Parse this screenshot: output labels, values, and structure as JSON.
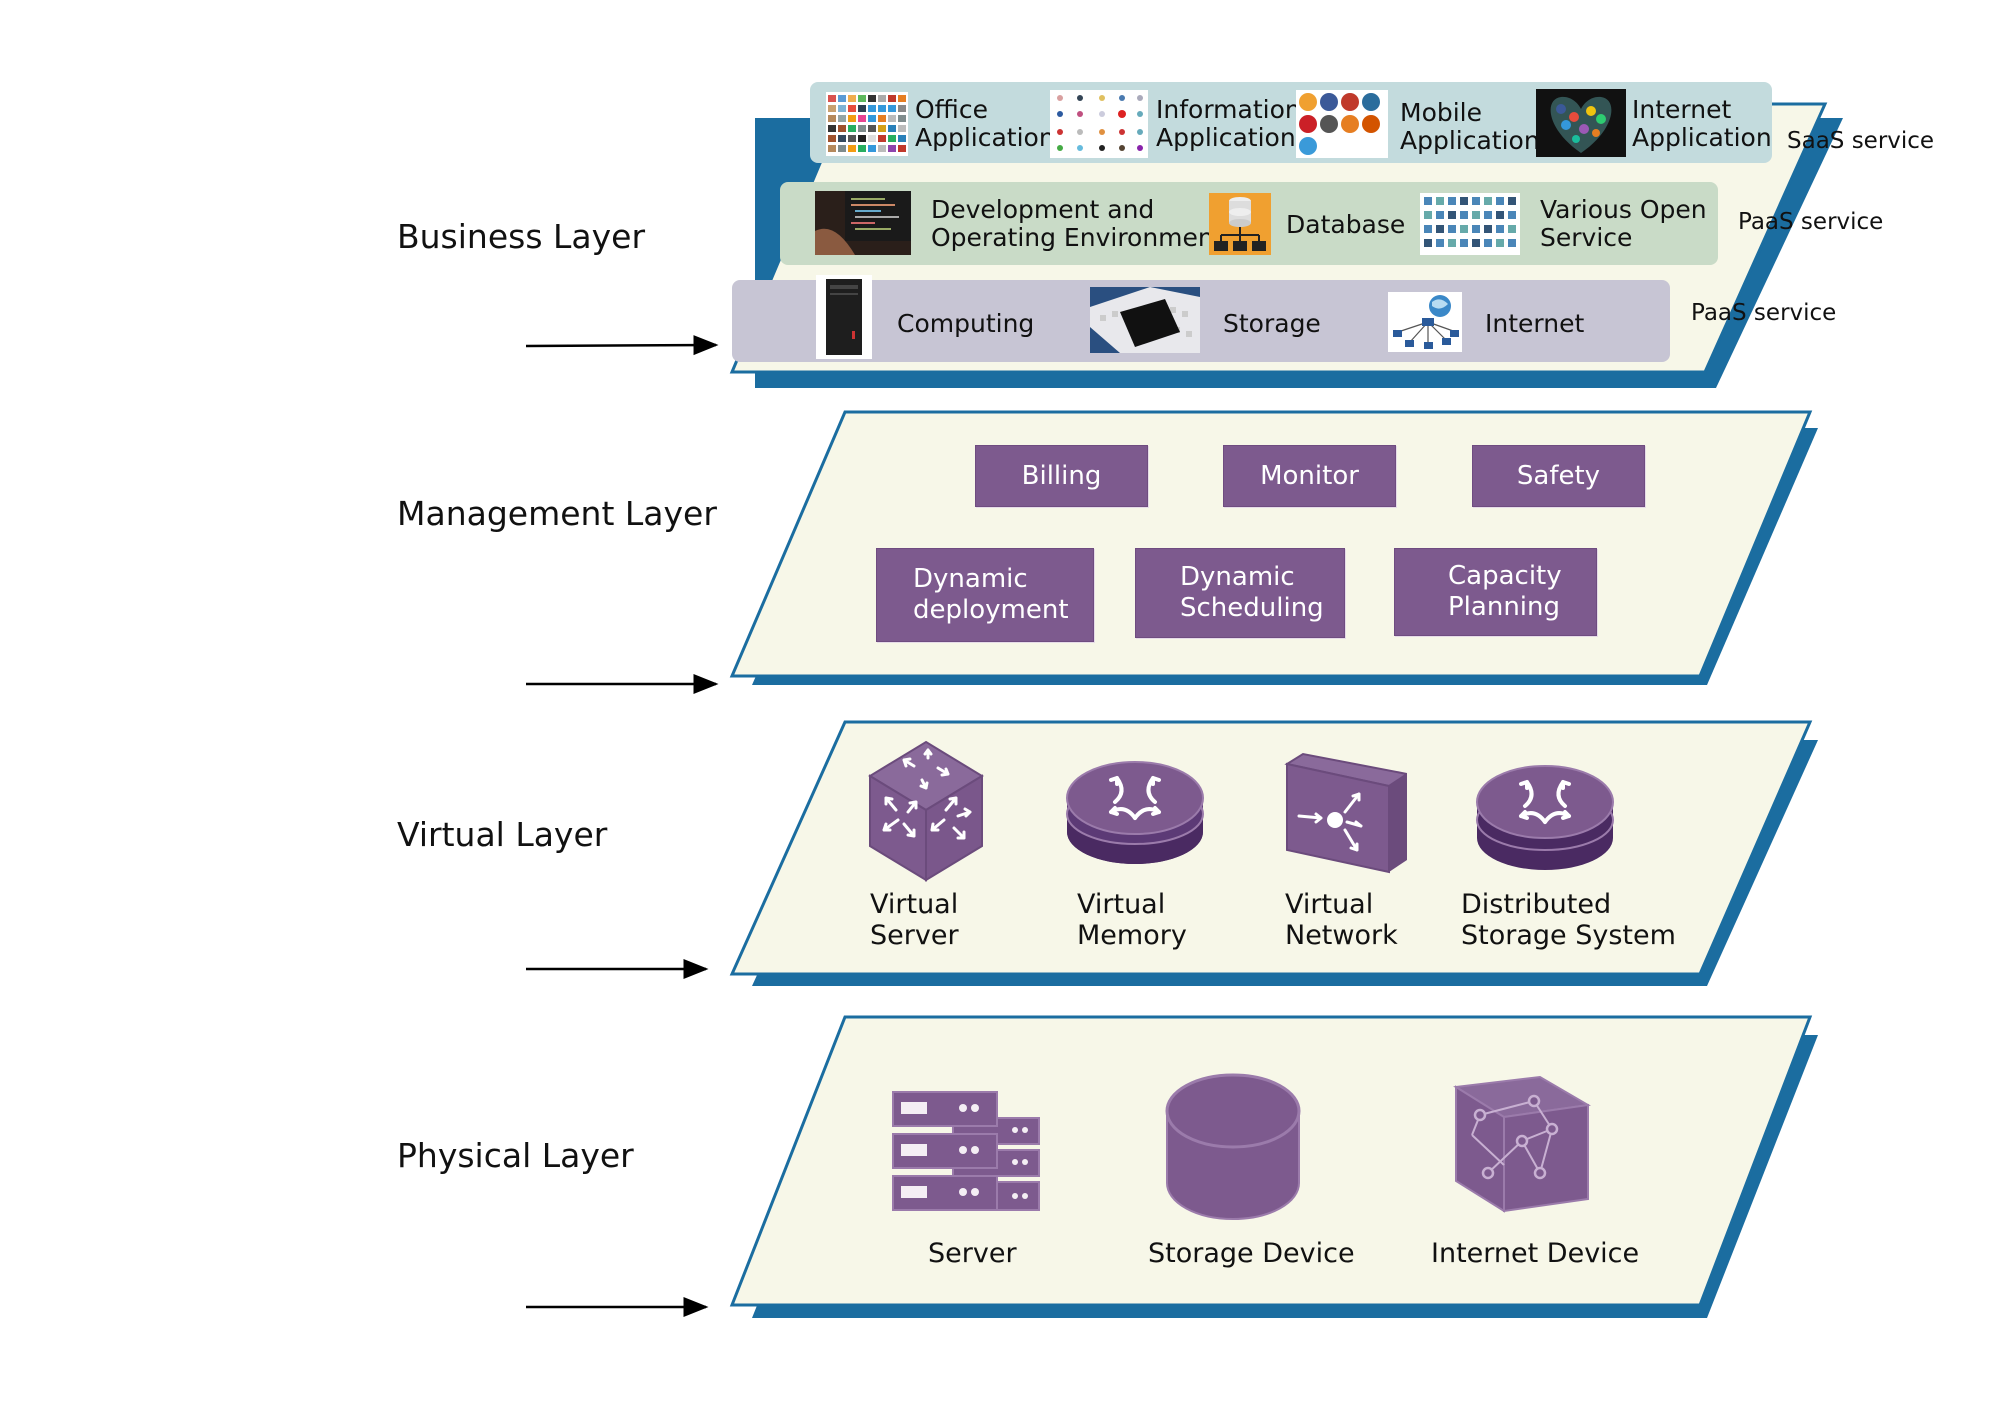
{
  "diagram": {
    "type": "layered-architecture",
    "colors": {
      "layer_fill": "#f7f7e8",
      "layer_edge": "#1b6da0",
      "purple": "#7d5a8e",
      "saas_bar": "#c3dbdd",
      "paas_bar": "#c9dbc7",
      "iaas_bar": "#c7c5d4"
    },
    "layers": [
      {
        "id": "business",
        "label": "Business Layer",
        "tiers": [
          {
            "service_label": "SaaS service",
            "items": [
              {
                "label": "Office\nApplication",
                "icon": "office-apps-icon-grid"
              },
              {
                "label": "Information\nApplication",
                "icon": "info-apps-icon-grid"
              },
              {
                "label": "Mobile\nApplication",
                "icon": "social-media-icons"
              },
              {
                "label": "Internet\nApplication",
                "icon": "social-heart-collage"
              }
            ]
          },
          {
            "service_label": "PaaS service",
            "items": [
              {
                "label": "Development and\nOperating Environment",
                "icon": "code-laptop-photo"
              },
              {
                "label": "Database",
                "icon": "database-icon"
              },
              {
                "label": "Various Open\nService",
                "icon": "open-service-icon-grid"
              }
            ]
          },
          {
            "service_label": "PaaS service",
            "items": [
              {
                "label": "Computing",
                "icon": "pc-tower-photo"
              },
              {
                "label": "Storage",
                "icon": "hard-drive-photo"
              },
              {
                "label": "Internet",
                "icon": "network-globe-icon"
              }
            ]
          }
        ]
      },
      {
        "id": "management",
        "label": "Management Layer",
        "boxes": [
          "Billing",
          "Monitor",
          "Safety",
          "Dynamic\ndeployment",
          "Dynamic\nScheduling",
          "Capacity\nPlanning"
        ]
      },
      {
        "id": "virtual",
        "label": "Virtual Layer",
        "items": [
          {
            "label": "Virtual\nServer",
            "icon": "virtual-server-cube"
          },
          {
            "label": "Virtual\nMemory",
            "icon": "virtual-memory-router"
          },
          {
            "label": "Virtual\nNetwork",
            "icon": "virtual-network-switch"
          },
          {
            "label": "Distributed\nStorage System",
            "icon": "distributed-storage-router"
          }
        ]
      },
      {
        "id": "physical",
        "label": "Physical Layer",
        "items": [
          {
            "label": "Server",
            "icon": "server-rack"
          },
          {
            "label": "Storage Device",
            "icon": "storage-cylinder"
          },
          {
            "label": "Internet Device",
            "icon": "network-cube"
          }
        ]
      }
    ]
  }
}
